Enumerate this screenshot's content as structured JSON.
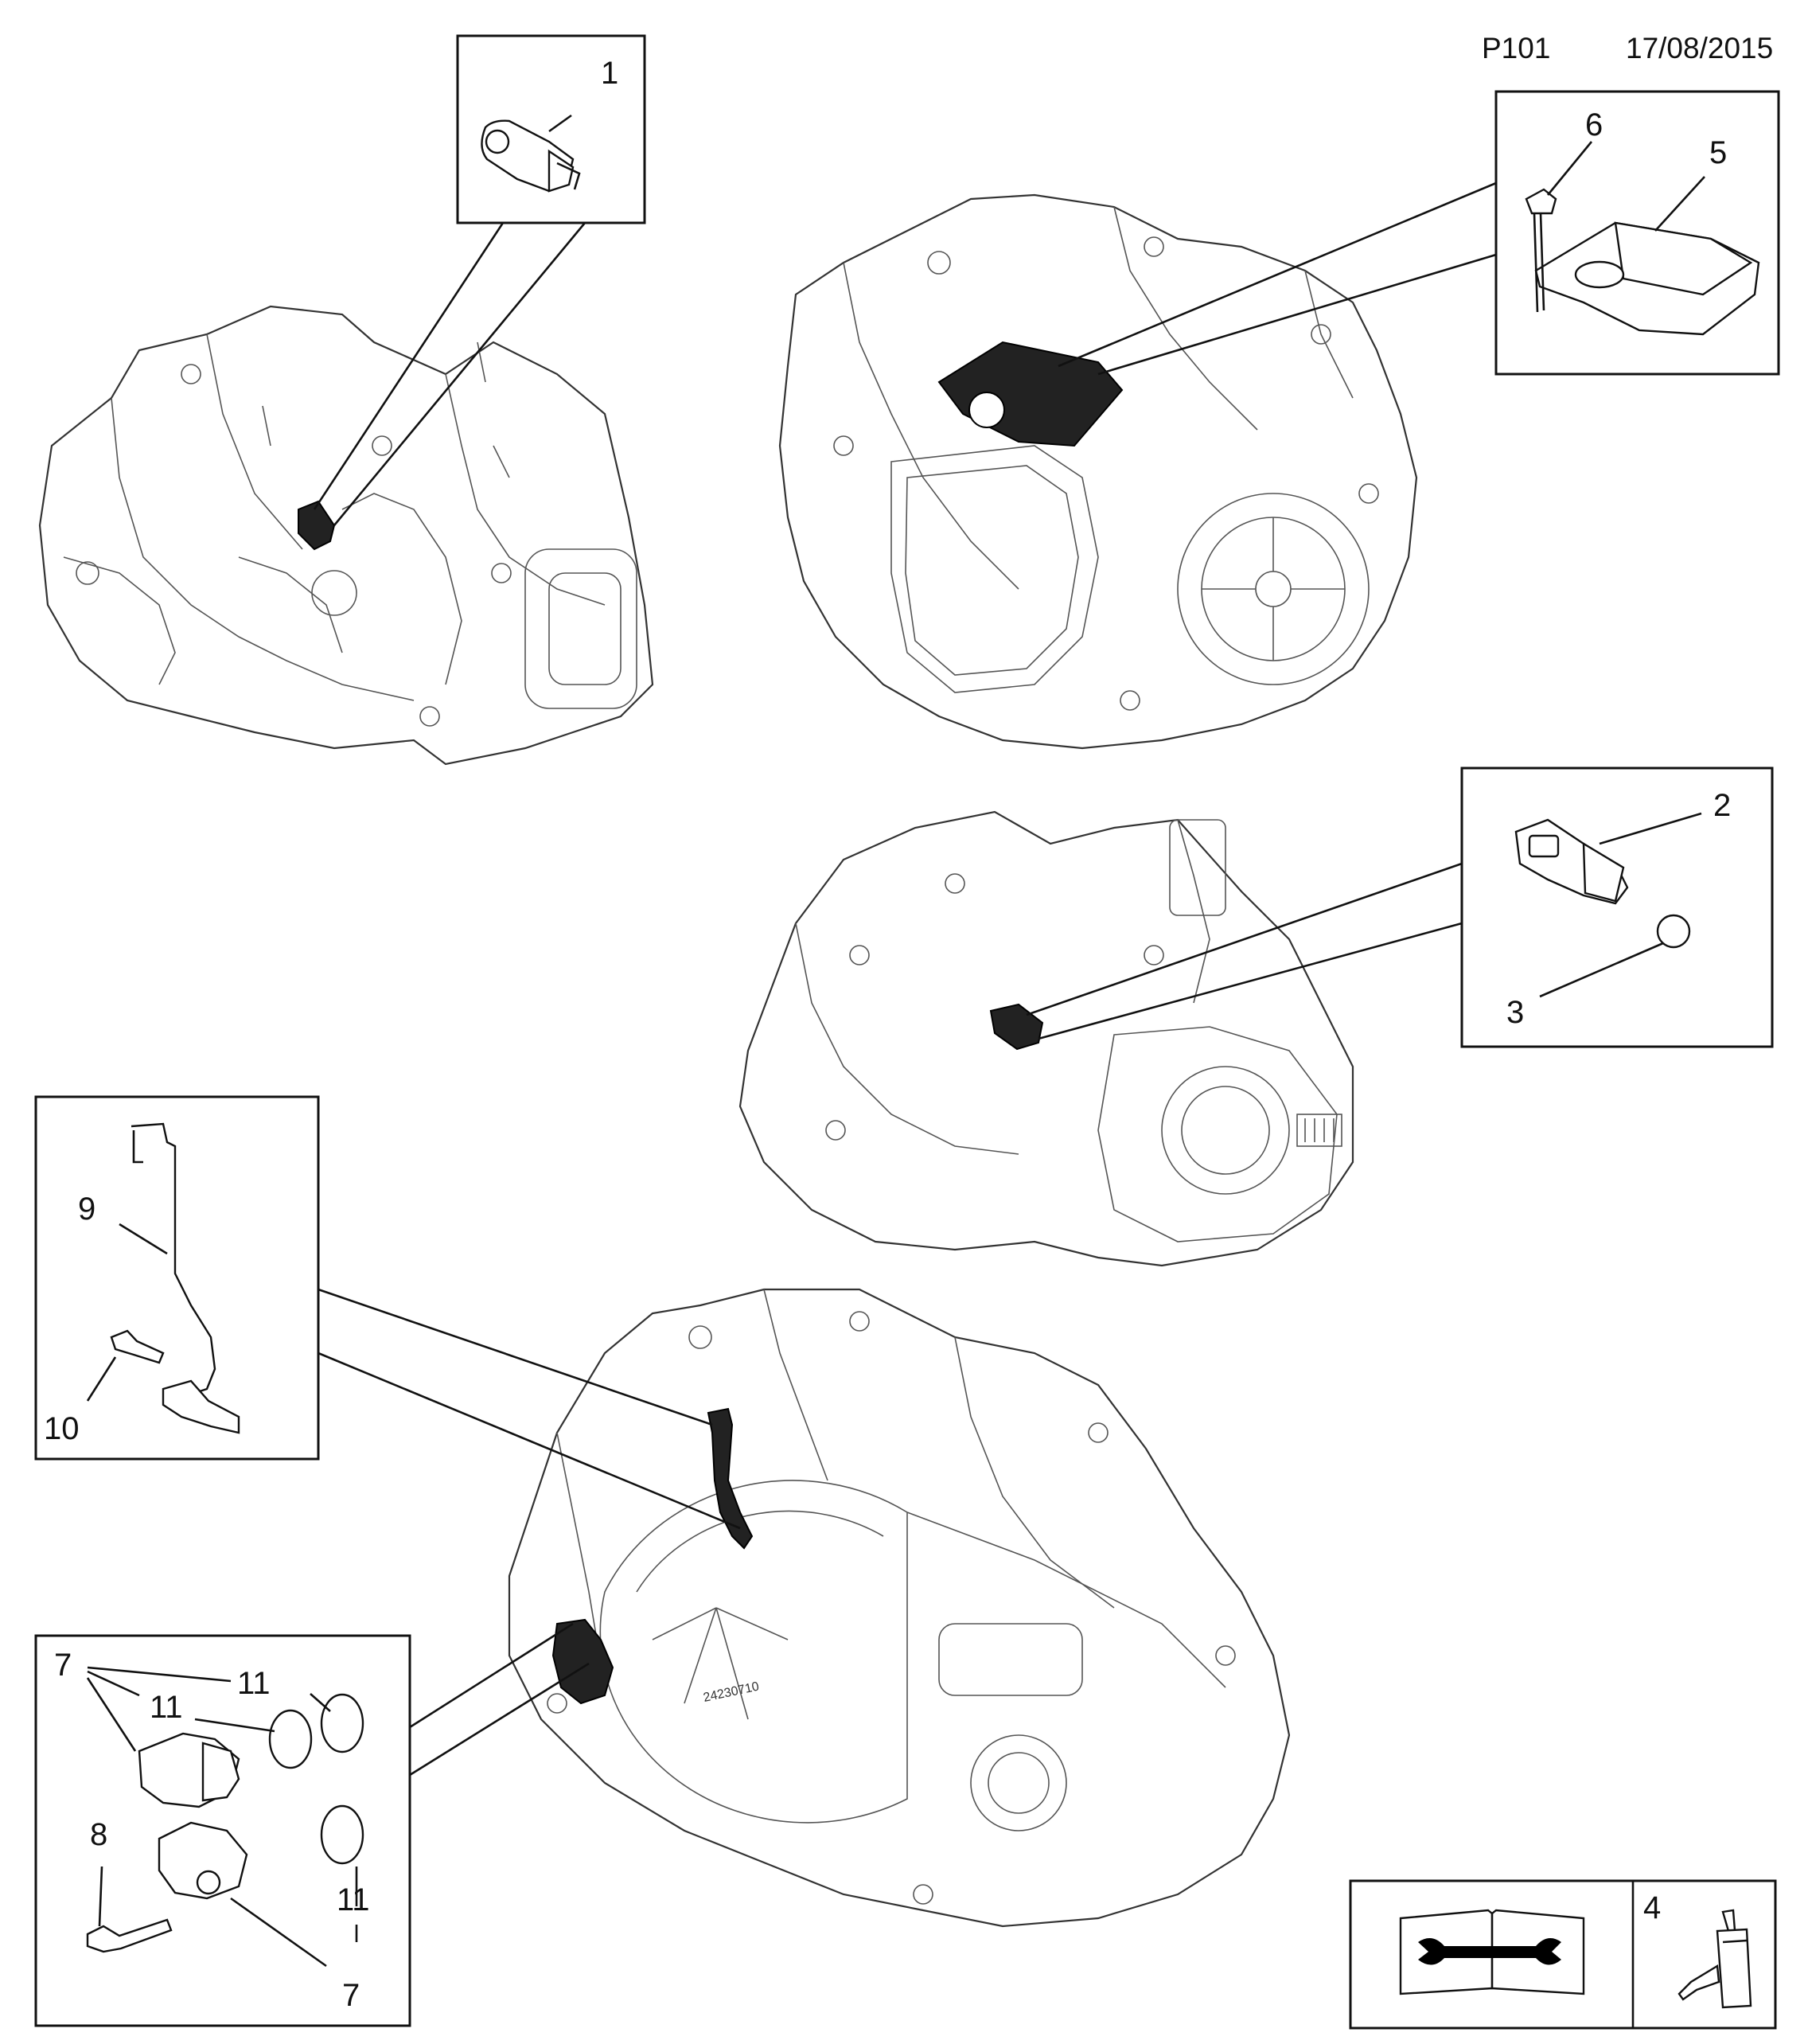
{
  "header": {
    "page_code": "P101",
    "date": "17/08/2015"
  },
  "callouts": {
    "c1": "1",
    "c2": "2",
    "c3": "3",
    "c4": "4",
    "c5": "5",
    "c6": "6",
    "c7a": "7",
    "c7b": "7",
    "c8": "8",
    "c9": "9",
    "c10": "10",
    "c11a": "11",
    "c11b": "11",
    "c11c": "11"
  },
  "casting_marking": "24230710",
  "icons": {
    "manual": "open-manual-wrench-icon",
    "adhesive": "adhesive-bottle-icon"
  }
}
